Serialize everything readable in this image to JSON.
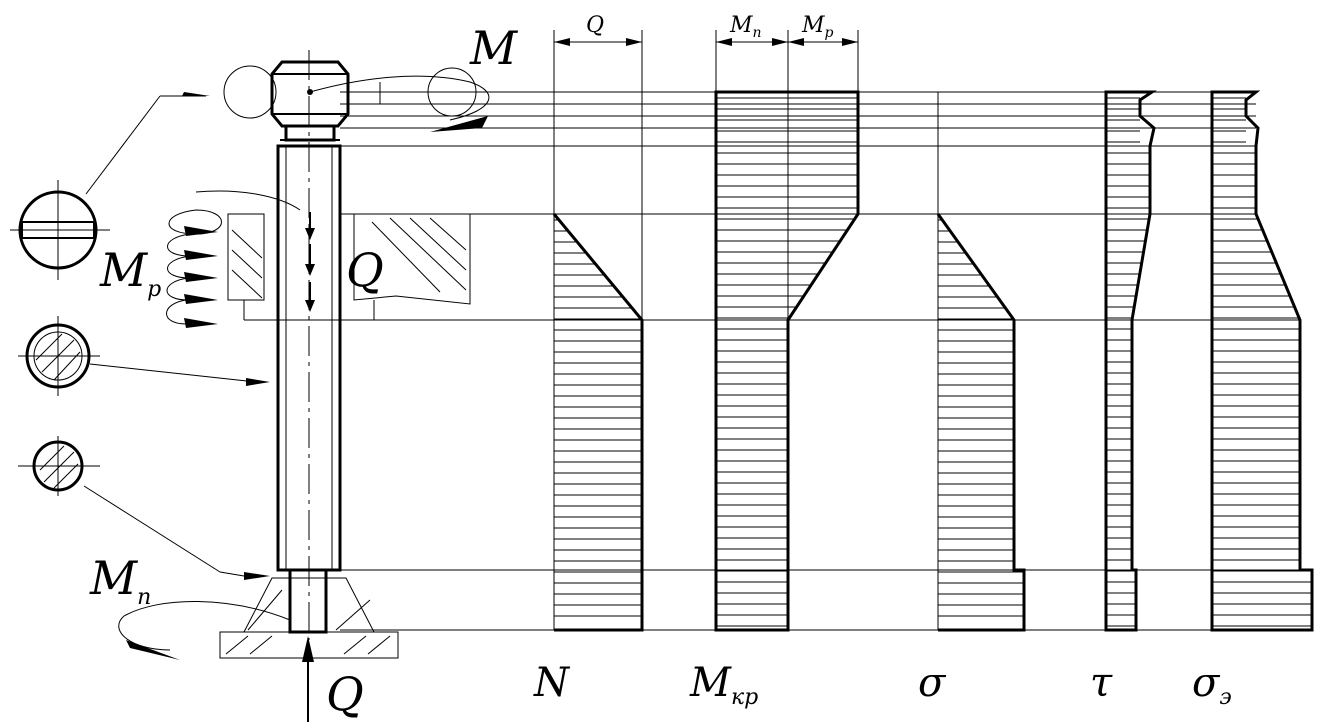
{
  "labels": {
    "M_top": "M",
    "Mp_side_main": "M",
    "Mp_side_sub": "p",
    "Q_mid": "Q",
    "Mn_left_main": "M",
    "Mn_left_sub": "n",
    "Q_bottom": "Q",
    "dim_Q": "Q",
    "dim_Mn_main": "M",
    "dim_Mn_sub": "n",
    "dim_Mp_main": "M",
    "dim_Mp_sub": "p"
  },
  "diagram_titles": {
    "N": "N",
    "Mkr_main": "M",
    "Mkr_sub": "кр",
    "sigma": "σ",
    "tau": "τ",
    "sigma_e_main": "σ",
    "sigma_e_sub": "э"
  }
}
